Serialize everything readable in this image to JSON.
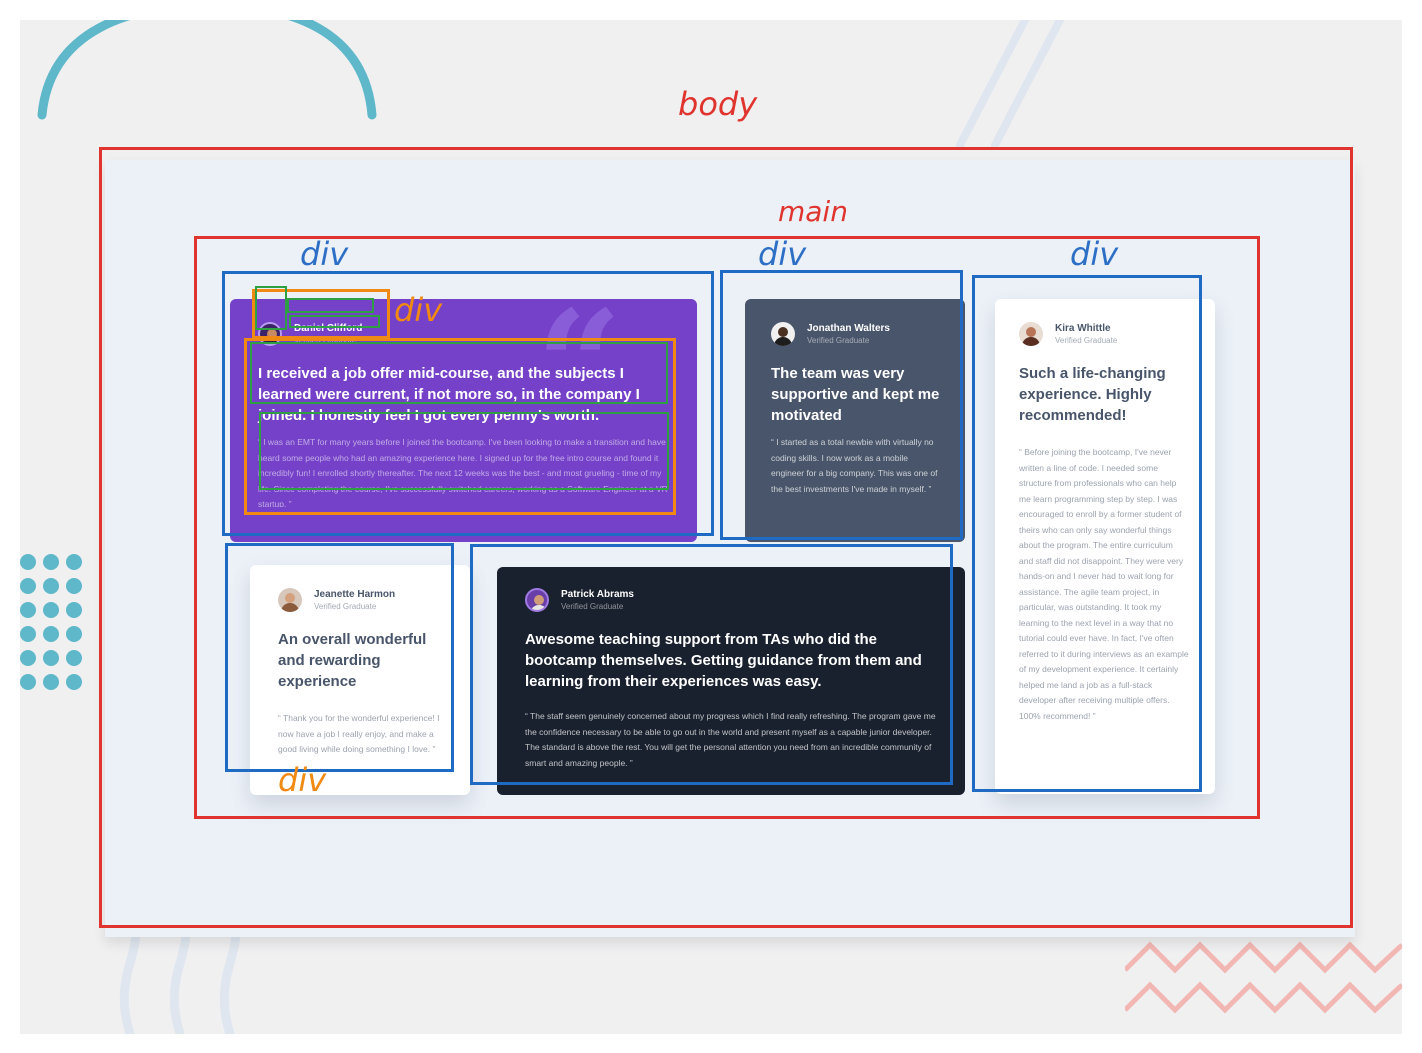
{
  "annotations": {
    "body": "body",
    "main": "main",
    "div": "div"
  },
  "colors": {
    "annotation_red": "#e0342f",
    "annotation_blue": "#1f6bc4",
    "annotation_orange": "#f08a13",
    "annotation_green": "#2ea043",
    "card_purple": "#7541c8",
    "card_slate": "#48556a",
    "card_white": "#ffffff",
    "card_dark": "#19212e",
    "page_background": "#ecf1f8"
  },
  "decorations": [
    "arc-shape",
    "dot-grid-pattern",
    "zigzag-pattern",
    "diagonal-lines-pattern",
    "wave-lines-pattern"
  ],
  "testimonials": [
    {
      "name": "Daniel Clifford",
      "role": "Verified Graduate",
      "headline": "I received a job offer mid-course, and the subjects I learned were current, if not more so, in the company I joined. I honestly feel I got every penny's worth.",
      "quote": "“ I was an EMT for many years before I joined the bootcamp. I've been looking to make a transition and have heard some people who had an amazing experience here. I signed up for the free intro course and found it incredibly fun! I enrolled shortly thereafter. The next 12 weeks was the best - and most grueling - time of my life. Since completing the course, I've successfully switched careers, working as a Software Engineer at a VR startup. ”"
    },
    {
      "name": "Jonathan Walters",
      "role": "Verified Graduate",
      "headline": "The team was very supportive and kept me motivated",
      "quote": "“ I started as a total newbie with virtually no coding skills. I now work as a mobile engineer for a big company. This was one of the best investments I've made in myself. ”"
    },
    {
      "name": "Kira Whittle",
      "role": "Verified Graduate",
      "headline": "Such a life-changing experience. Highly recommended!",
      "quote": "“ Before joining the bootcamp, I've never written a line of code. I needed some structure from professionals who can help me learn programming step by step. I was encouraged to enroll by a former student of theirs who can only say wonderful things about the program. The entire curriculum and staff did not disappoint. They were very hands-on and I never had to wait long for assistance. The agile team project, in particular, was outstanding. It took my learning to the next level in a way that no tutorial could ever have. In fact, I've often referred to it during interviews as an example of my development experience. It certainly helped me land a job as a full-stack developer after receiving multiple offers. 100% recommend! ”"
    },
    {
      "name": "Jeanette Harmon",
      "role": "Verified Graduate",
      "headline": "An overall wonderful and rewarding experience",
      "quote": "“ Thank you for the wonderful experience! I now have a job I really enjoy, and make a good living while doing something I love. ”"
    },
    {
      "name": "Patrick Abrams",
      "role": "Verified Graduate",
      "headline": "Awesome teaching support from TAs who did the bootcamp themselves. Getting guidance from them and learning from their experiences was easy.",
      "quote": "“ The staff seem genuinely concerned about my progress which I find really refreshing. The program gave me the confidence necessary to be able to go out in the world and present myself as a capable junior developer. The standard is above the rest. You will get the personal attention you need from an incredible community of smart and amazing people. ”"
    }
  ]
}
